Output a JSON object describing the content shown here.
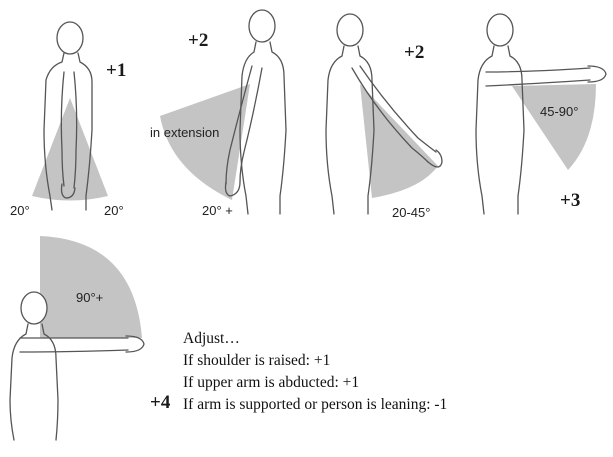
{
  "colors": {
    "wedge": "#c4c4c4",
    "outline": "#555555",
    "text": "#1a1a1a",
    "background": "#ffffff"
  },
  "figures": [
    {
      "score": "+1",
      "angles": [
        "20°",
        "20°"
      ]
    },
    {
      "score": "+2",
      "angles": [
        "in extension",
        "20° +"
      ]
    },
    {
      "score": "+2",
      "angles": [
        "20-45°"
      ]
    },
    {
      "score": "+3",
      "angles": [
        "45-90°"
      ]
    },
    {
      "score": "+4",
      "angles": [
        "90°+"
      ]
    }
  ],
  "adjust": {
    "title": "Adjust…",
    "lines": [
      "If shoulder is raised:  +1",
      "If upper arm is abducted:  +1",
      "If arm is supported or person is leaning: -1"
    ]
  }
}
